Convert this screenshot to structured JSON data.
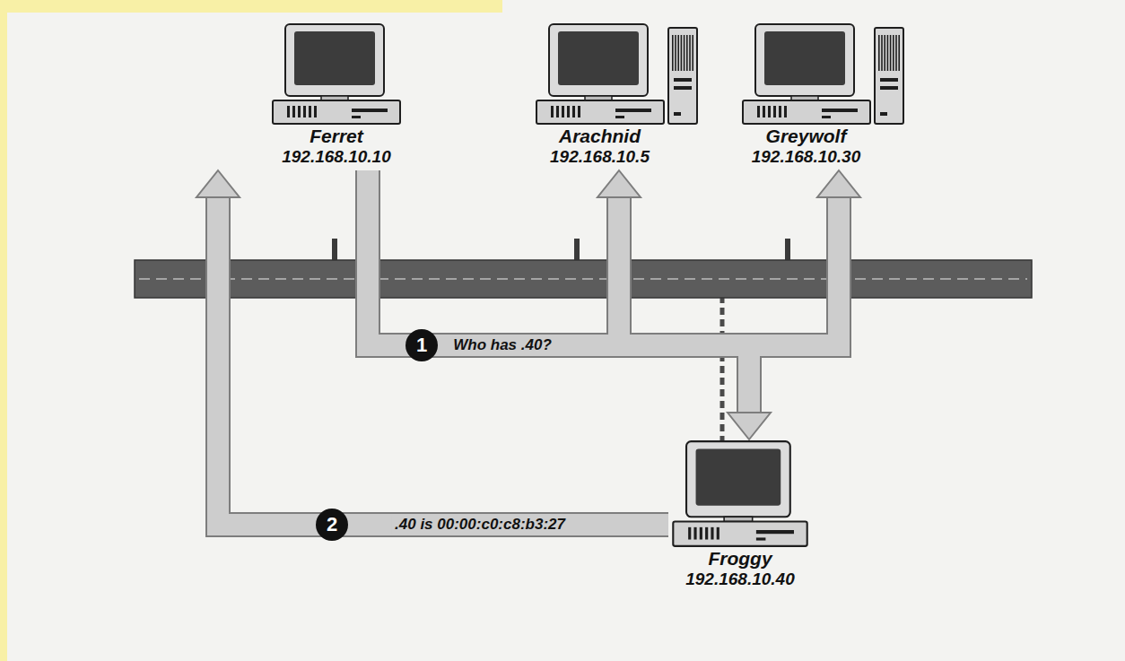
{
  "diagram": {
    "nodes": [
      {
        "text": [
          "Ferret",
          "192.168.10.10"
        ]
      },
      {
        "text": [
          "Arachnid",
          "192.168.10.5"
        ]
      },
      {
        "text": [
          "Greywolf",
          "192.168.10.30"
        ]
      },
      {
        "text": [
          "Froggy",
          "192.168.10.40"
        ]
      }
    ],
    "edges": [
      {
        "from": 0,
        "to": 1,
        "arrow": "to"
      },
      {
        "from": 0,
        "to": 2,
        "arrow": "to"
      },
      {
        "from": 0,
        "to": 3,
        "label": "Who has .40?",
        "arrow": "to"
      },
      {
        "from": 3,
        "to": 0,
        "label": ".40 is 00:00:c0:c8:b3:27",
        "arrow": "to"
      }
    ],
    "labels": [
      "1",
      "2"
    ]
  }
}
